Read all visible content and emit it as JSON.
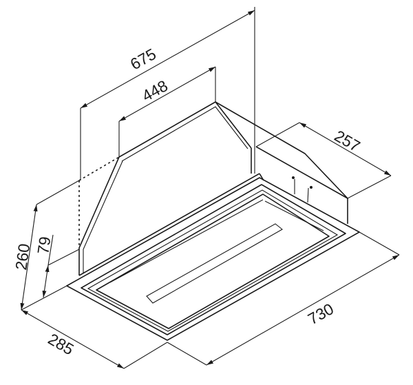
{
  "title": "Built-in cooker hood dimension drawing",
  "dimensions": {
    "top_width": "675",
    "inner_top_width": "448",
    "motor_box_depth": "257",
    "total_height": "260",
    "flange_height": "79",
    "width": "730",
    "depth": "285"
  },
  "units": "mm"
}
